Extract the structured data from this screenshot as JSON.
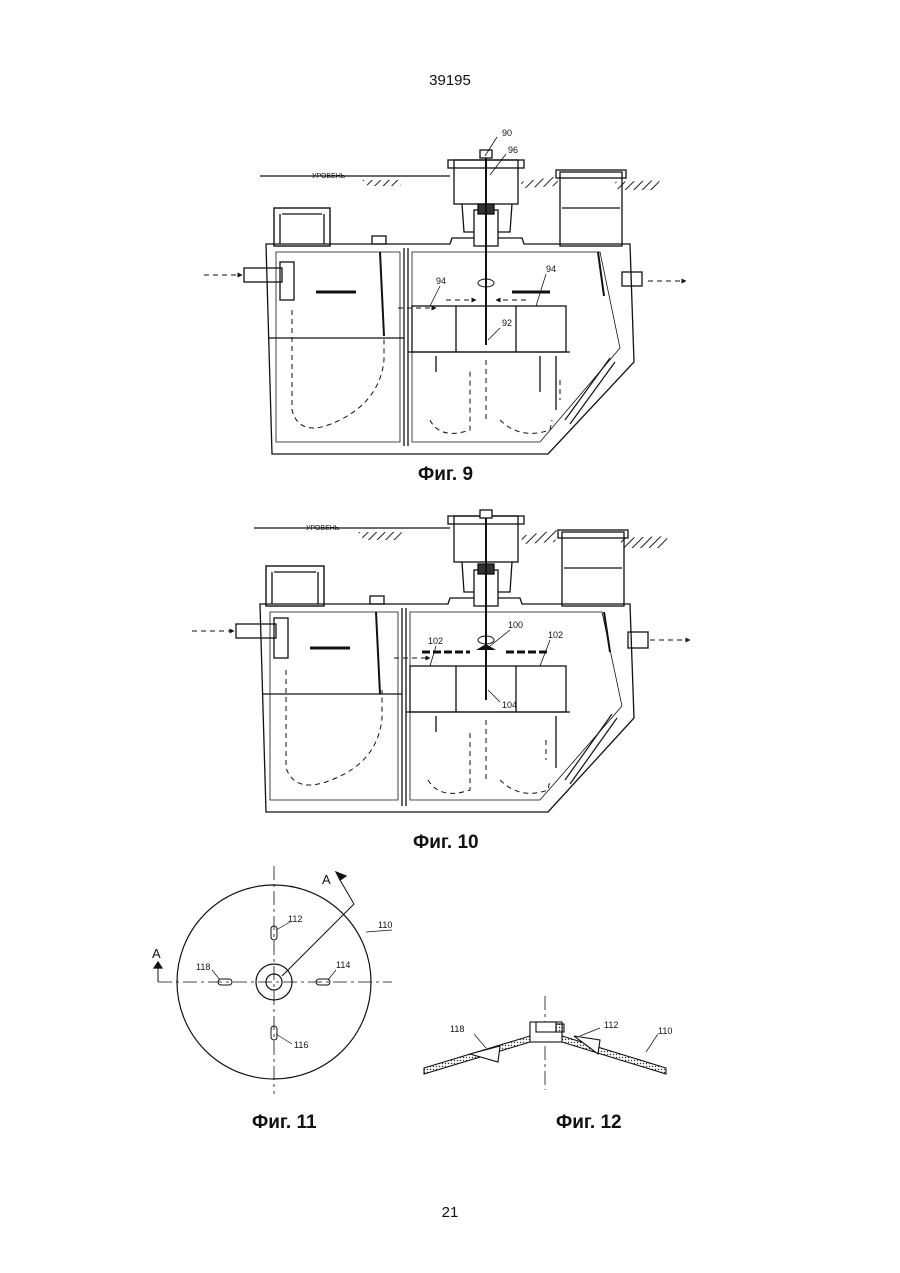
{
  "document": {
    "header_number": "39195",
    "footer_page": "21"
  },
  "figures": {
    "fig9": {
      "caption": "Фиг. 9",
      "level_label": "УРОВЕНЬ",
      "labels": [
        "90",
        "96",
        "94",
        "94",
        "92"
      ]
    },
    "fig10": {
      "caption": "Фиг. 10",
      "level_label": "УРОВЕНЬ",
      "labels": [
        "100",
        "102",
        "102",
        "104"
      ]
    },
    "fig11": {
      "caption": "Фиг. 11",
      "section_letter_left": "A",
      "section_letter_top": "A",
      "labels": [
        "112",
        "110",
        "118",
        "114",
        "116"
      ]
    },
    "fig12": {
      "caption": "Фиг. 12",
      "labels": [
        "118",
        "112",
        "110"
      ]
    }
  }
}
